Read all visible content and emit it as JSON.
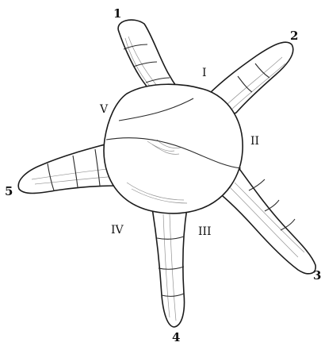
{
  "figure": {
    "arm_numbers": [
      "1",
      "2",
      "3",
      "4",
      "5"
    ],
    "plate_numerals": [
      "I",
      "II",
      "III",
      "IV",
      "V"
    ]
  },
  "colors": {
    "ink": "#1b1b1b",
    "paper": "#ffffff"
  }
}
